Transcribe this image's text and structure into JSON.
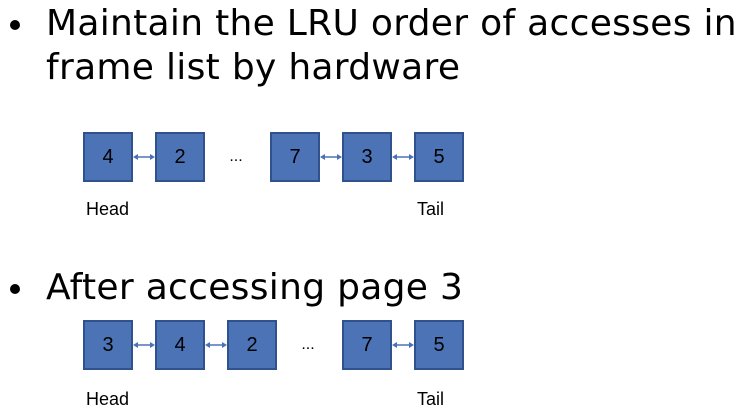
{
  "bullets": [
    {
      "line1": "Maintain the LRU order of accesses in",
      "line2": "frame list by hardware"
    },
    {
      "line1": "After accessing page 3"
    }
  ],
  "list_before": {
    "nodes": [
      "4",
      "2",
      "7",
      "3",
      "5"
    ],
    "ellipsis": "...",
    "head_label": "Head",
    "tail_label": "Tail"
  },
  "list_after": {
    "nodes": [
      "3",
      "4",
      "2",
      "7",
      "5"
    ],
    "ellipsis": "...",
    "head_label": "Head",
    "tail_label": "Tail"
  },
  "colors": {
    "node_fill": "#4b73b6",
    "node_border": "#2f528f",
    "arrow": "#4a72b8"
  }
}
